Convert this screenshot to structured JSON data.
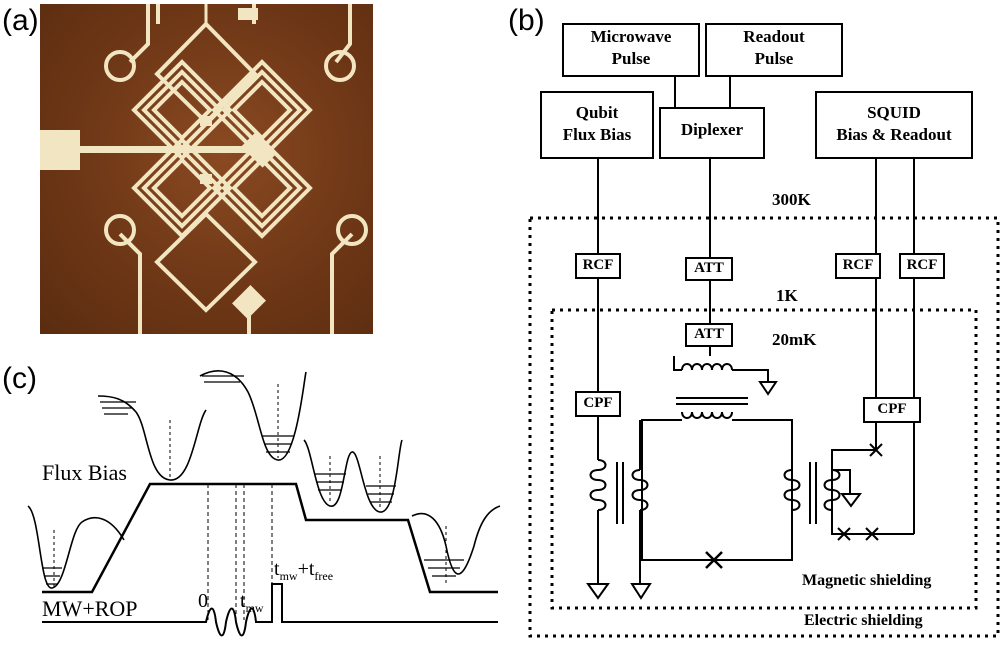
{
  "panels": {
    "a": {
      "label": "(a)"
    },
    "b": {
      "label": "(b)"
    },
    "c": {
      "label": "(c)"
    }
  },
  "schematic": {
    "microwave_pulse": [
      "Microwave",
      "Pulse"
    ],
    "readout_pulse": [
      "Readout",
      "Pulse"
    ],
    "qubit_flux_bias": [
      "Qubit",
      "Flux Bias"
    ],
    "diplexer": "Diplexer",
    "squid_bias_readout": [
      "SQUID",
      "Bias & Readout"
    ],
    "temp_300k": "300K",
    "temp_1k": "1K",
    "temp_20mk": "20mK",
    "rcf": "RCF",
    "att": "ATT",
    "cpf": "CPF",
    "magnetic_shielding": "Magnetic shielding",
    "electric_shielding": "Electric shielding"
  },
  "timing": {
    "flux_bias": "Flux Bias",
    "mw_rop": "MW+ROP",
    "t0": "0",
    "tmw_main": "t",
    "tmw_sub": "mw",
    "tfree_a": "t",
    "tfree_a_sub": "mw",
    "tfree_plus": "+t",
    "tfree_sub": "free"
  },
  "colors": {
    "chip_background": "#6e3716",
    "metal": "#f2e6c2",
    "ink": "#000000"
  }
}
